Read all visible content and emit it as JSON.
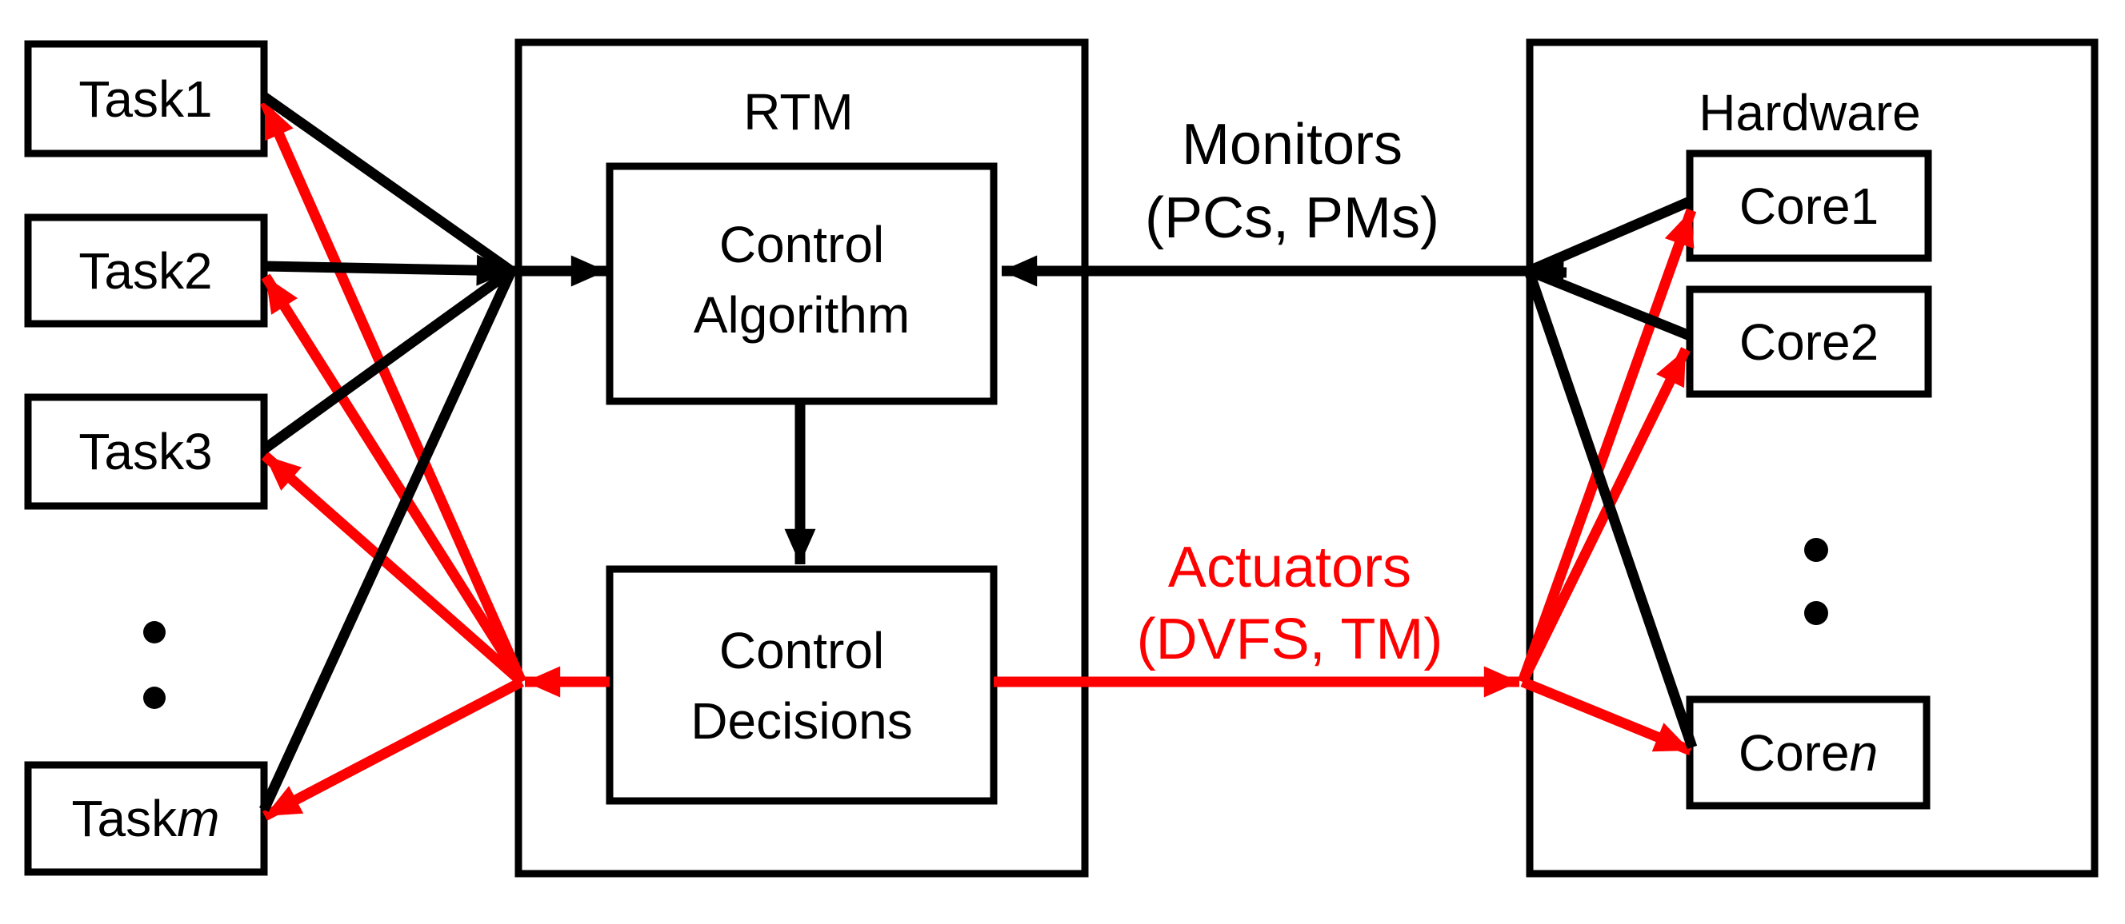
{
  "boxes": {
    "task1": "Task1",
    "task2": "Task2",
    "task3": "Task3",
    "taskm_prefix": "Task",
    "taskm_suffix": "m",
    "rtm": "RTM",
    "control_algorithm_line1": "Control",
    "control_algorithm_line2": "Algorithm",
    "control_decisions_line1": "Control",
    "control_decisions_line2": "Decisions",
    "hardware": "Hardware",
    "core1": "Core1",
    "core2": "Core2",
    "coren_prefix": "Core",
    "coren_suffix": "n"
  },
  "flow_labels": {
    "monitors_line1": "Monitors",
    "monitors_line2": "(PCs, PMs)",
    "actuators_line1": "Actuators",
    "actuators_line2": "(DVFS, TM)"
  },
  "colors": {
    "monitors_arrows": "#000000",
    "actuators_arrows": "#FF0000",
    "box_border": "#000000",
    "background": "#FFFFFF"
  },
  "icons": {
    "left_ellipsis": "vertical-ellipsis-dots",
    "right_ellipsis": "vertical-ellipsis-dots"
  },
  "connections": [
    {
      "name": "tasks-to-control-algorithm",
      "color": "#000000",
      "from": "Task1, Task2, Task3, Taskm",
      "to": "Control Algorithm"
    },
    {
      "name": "monitors",
      "color": "#000000",
      "from": "Core1, Core2, Coren",
      "to": "Control Algorithm",
      "label": "Monitors (PCs, PMs)"
    },
    {
      "name": "control-algorithm-to-control-decisions",
      "color": "#000000",
      "from": "Control Algorithm",
      "to": "Control Decisions"
    },
    {
      "name": "actuators-to-tasks",
      "color": "#FF0000",
      "from": "Control Decisions",
      "to": "Task1, Task2, Task3, Taskm"
    },
    {
      "name": "actuators-to-cores",
      "color": "#FF0000",
      "from": "Control Decisions",
      "to": "Core1, Core2, Coren",
      "label": "Actuators (DVFS, TM)"
    }
  ]
}
